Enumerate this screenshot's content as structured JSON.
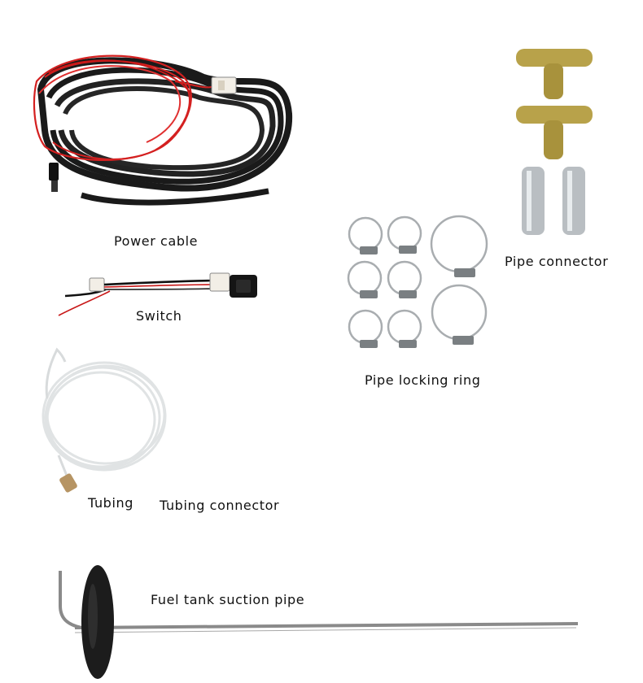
{
  "labels": {
    "power_cable": "Power cable",
    "switch": "Switch",
    "pipe_locking_ring": "Pipe locking ring",
    "pipe_connector": "Pipe connector",
    "tubing": "Tubing",
    "tubing_connector": "Tubing connector",
    "fuel_tank_suction_pipe": "Fuel tank suction pipe"
  },
  "colors": {
    "cable_black": "#1a1a1a",
    "wire_red": "#d42020",
    "brass": "#b8a24a",
    "chrome": "#b9bec2",
    "tube_white": "#e6e8e8",
    "steel": "#8a8a8a",
    "disc_black": "#1c1c1c"
  }
}
